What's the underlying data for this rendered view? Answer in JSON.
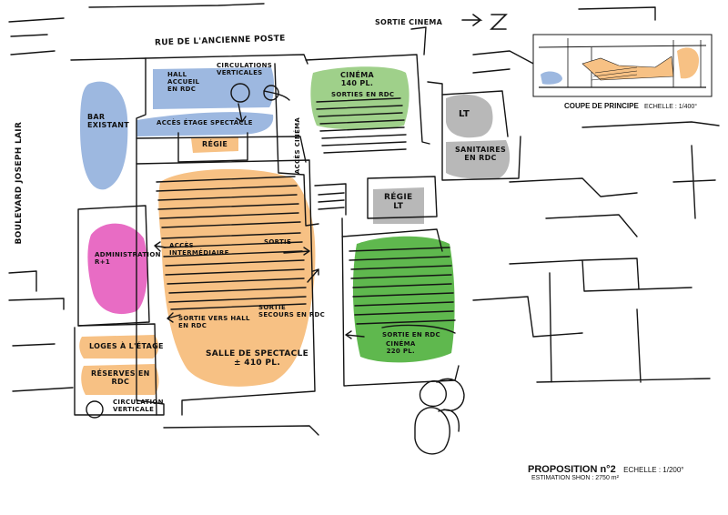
{
  "streets": {
    "top": "Rue de l'ancienne Poste",
    "left": "Boulevard Joseph Lair",
    "exit_cinema": "Sortie Cinema"
  },
  "zones": {
    "bar": [
      "Bar",
      "existant"
    ],
    "hall": [
      "Hall",
      "Accueil",
      "en RdC"
    ],
    "circulations": [
      "Circulations",
      "verticales"
    ],
    "acces_etage": "Accès étage spectacle",
    "regie_top": "Régie",
    "acces_cinema": "Accès cinéma",
    "cinema1": [
      "Cinéma",
      "140 pl."
    ],
    "sorties_rdc": "Sorties en RdC",
    "lt_top": "LT",
    "sanitaires": [
      "Sanitaires",
      "en RdC"
    ],
    "regie_lt": [
      "Régie",
      "LT"
    ],
    "administration": [
      "Administration",
      "R+1"
    ],
    "acces_intermediaire": [
      "Accès",
      "intermédiaire"
    ],
    "sortie": "Sortie",
    "sortie_hall": [
      "Sortie vers hall",
      "en RdC"
    ],
    "sortie_secours": [
      "Sortie",
      "secours en RdC"
    ],
    "salle": [
      "Salle de spectacle",
      "± 410 pl."
    ],
    "loges": "Loges à l'étage",
    "reserves": [
      "Réserves en",
      "RdC"
    ],
    "circ_bottom": [
      "Circulation",
      "verticale"
    ],
    "sortie_rdc_cinema2": "Sortie en RdC",
    "cinema2": [
      "Cinéma",
      "220 pl."
    ]
  },
  "section": {
    "caption": "COUPE DE PRINCIPE",
    "scale": "ECHELLE : 1/400°"
  },
  "title_block": {
    "title": "PROPOSITION n°2",
    "scale": "ECHELLE : 1/200°",
    "estimate": "ESTIMATION SHON : 2750 m²"
  },
  "colors": {
    "blue": "#9db8e0",
    "green": "#9fd08a",
    "green_dark": "#5fb84e",
    "orange": "#f7c184",
    "pink": "#e86cc4",
    "grey": "#b8b8b8",
    "ink": "#141414"
  }
}
